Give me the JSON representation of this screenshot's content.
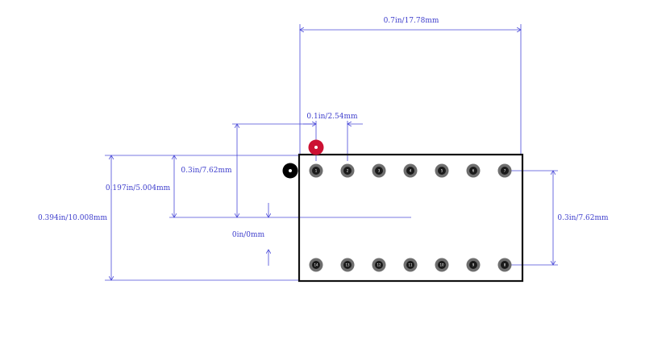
{
  "dimensions": {
    "overall_width": "0.7in/17.78mm",
    "pin_pitch": "0.1in/2.54mm",
    "row_spacing_left": "0.3in/7.62mm",
    "half_height": "0.197in/5.004mm",
    "overall_height": "0.394in/10.008mm",
    "origin": "0in/0mm",
    "row_spacing_right": "0.3in/7.62mm"
  },
  "pins": {
    "top_row": [
      "1",
      "2",
      "3",
      "4",
      "5",
      "6",
      "7"
    ],
    "bottom_row": [
      "14",
      "13",
      "12",
      "11",
      "10",
      "9",
      "8"
    ]
  },
  "colors": {
    "dimension": "#4a4ad8",
    "pin1_marker": "#cc1133",
    "pad": "#6e6e6e",
    "body_outline": "#111111"
  }
}
